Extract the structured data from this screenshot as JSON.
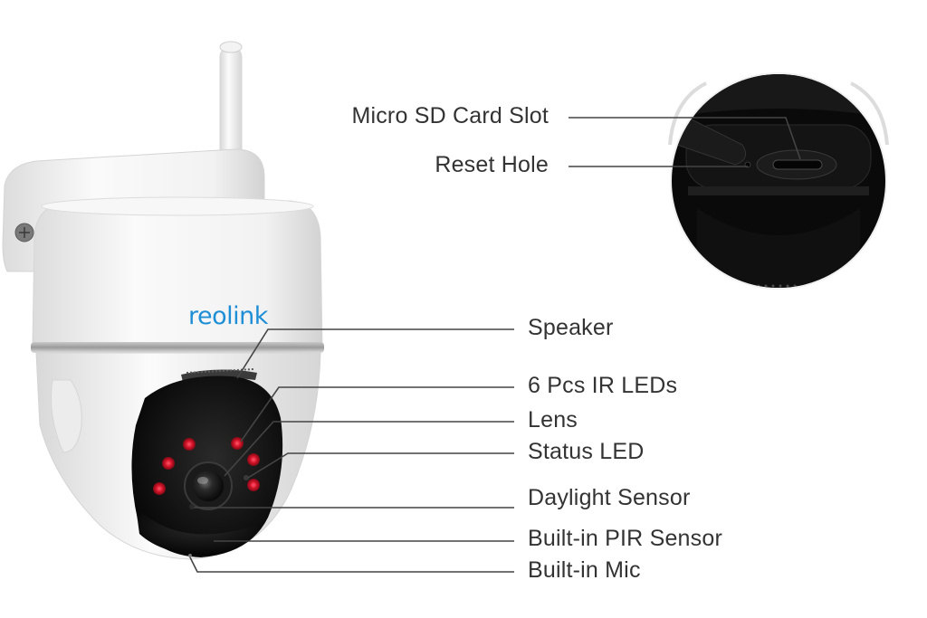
{
  "brand": "reolink",
  "colors": {
    "label_text": "#333333",
    "leader_line": "#444444",
    "camera_body": "#f4f4f4",
    "camera_face": "#111111",
    "ir_led": "#d8142c",
    "brand_blue": "#1e8ed6"
  },
  "callouts": {
    "micro_sd": "Micro SD Card Slot",
    "reset_hole": "Reset Hole",
    "speaker": "Speaker",
    "ir_leds": "6 Pcs IR LEDs",
    "lens": "Lens",
    "status_led": "Status LED",
    "daylight_sensor": "Daylight Sensor",
    "pir_sensor": "Built-in PIR Sensor",
    "mic": "Built-in Mic"
  }
}
